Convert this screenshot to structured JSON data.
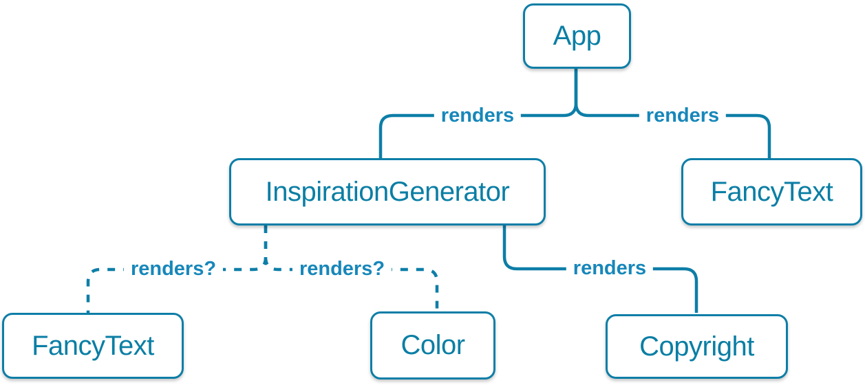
{
  "diagram": {
    "type": "component-tree",
    "colors": {
      "line": "#0d7ea7",
      "box_border": "#0d7ea7",
      "box_text": "#0a7ea4",
      "label": "#1787ba",
      "box_fill": "#ffffff",
      "background": "#ffffff"
    },
    "nodes": [
      {
        "id": "app",
        "label": "App"
      },
      {
        "id": "inspiration-generator",
        "label": "InspirationGenerator"
      },
      {
        "id": "fancy-text-top",
        "label": "FancyText"
      },
      {
        "id": "fancy-text-bottom",
        "label": "FancyText"
      },
      {
        "id": "color",
        "label": "Color"
      },
      {
        "id": "copyright",
        "label": "Copyright"
      }
    ],
    "edges": [
      {
        "from": "App",
        "to": "InspirationGenerator",
        "label": "renders",
        "style": "solid"
      },
      {
        "from": "App",
        "to": "FancyText",
        "label": "renders",
        "style": "solid"
      },
      {
        "from": "InspirationGenerator",
        "to": "FancyText",
        "label": "renders?",
        "style": "dashed"
      },
      {
        "from": "InspirationGenerator",
        "to": "Color",
        "label": "renders?",
        "style": "dashed"
      },
      {
        "from": "InspirationGenerator",
        "to": "Copyright",
        "label": "renders",
        "style": "solid"
      }
    ]
  }
}
